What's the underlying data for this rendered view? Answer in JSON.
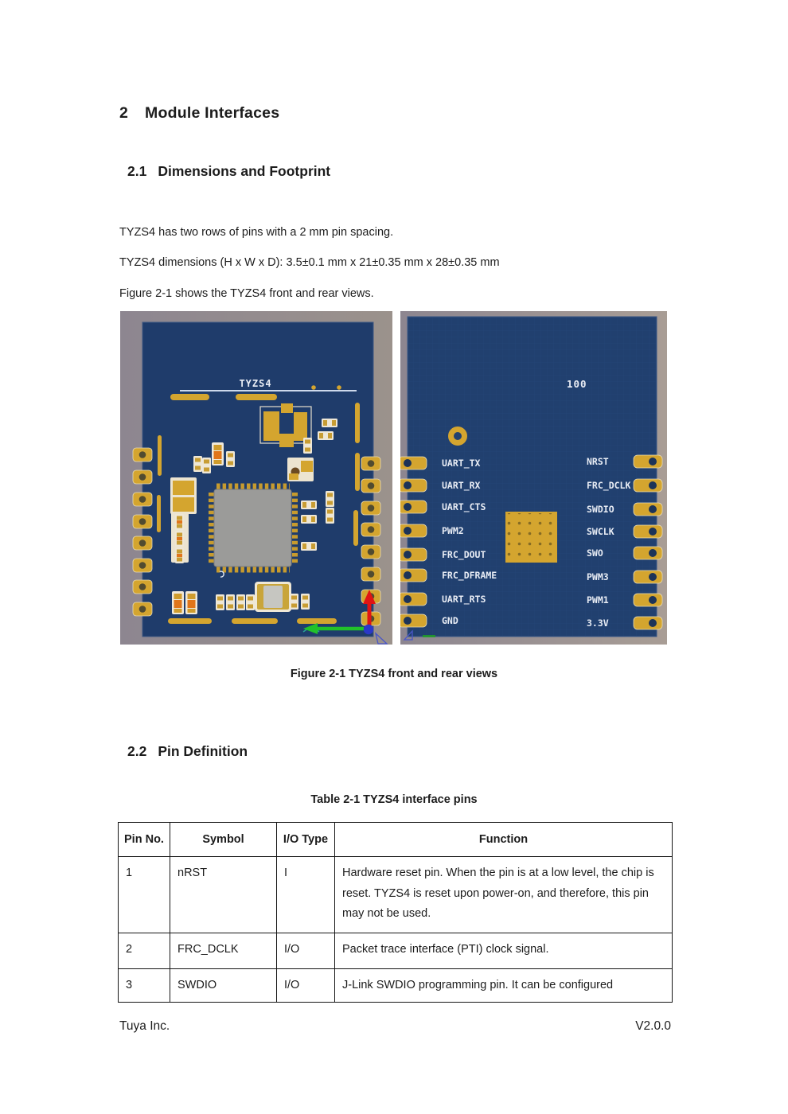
{
  "page": {
    "heading": {
      "number": "2",
      "title": "Module Interfaces"
    },
    "section_dimensions": {
      "number": "2.1",
      "title": "Dimensions and Footprint"
    },
    "paragraphs": {
      "p1": "TYZS4 has two rows of pins with a 2 mm pin spacing.",
      "p2": "TYZS4 dimensions (H x W x D): 3.5±0.1 mm x 21±0.35 mm x 28±0.35 mm",
      "p3": "Figure 2-1 shows the TYZS4 front and rear views."
    },
    "figure": {
      "caption": "Figure 2-1 TYZS4 front and rear views",
      "front": {
        "silkscreen_label": "TYZS4"
      },
      "rear": {
        "marking": "100",
        "left_pins": [
          "UART_TX",
          "UART_RX",
          "UART_CTS",
          "PWM2",
          "FRC_DOUT",
          "FRC_DFRAME",
          "UART_RTS",
          "GND"
        ],
        "right_pins": [
          "NRST",
          "FRC_DCLK",
          "SWDIO",
          "SWCLK",
          "SWO",
          "PWM3",
          "PWM1",
          "3.3V"
        ]
      },
      "colors": {
        "board_blue": "#1f3c6b",
        "pad_gold": "#d4a52f",
        "background_gray": "#8f8893"
      }
    },
    "section_pins": {
      "number": "2.2",
      "title": "Pin Definition"
    },
    "table": {
      "caption": "Table 2-1 TYZS4 interface pins",
      "headers": [
        "Pin No.",
        "Symbol",
        "I/O Type",
        "Function"
      ],
      "rows": [
        {
          "pin": "1",
          "symbol": "nRST",
          "io": "I",
          "function": "Hardware reset pin. When the pin is at a low level, the chip is reset. TYZS4 is reset upon power-on, and therefore, this pin may not be used."
        },
        {
          "pin": "2",
          "symbol": "FRC_DCLK",
          "io": "I/O",
          "function": "Packet trace interface (PTI) clock signal."
        },
        {
          "pin": "3",
          "symbol": "SWDIO",
          "io": "I/O",
          "function": "J-Link SWDIO programming pin. It can be configured"
        }
      ]
    },
    "footer": {
      "company": "Tuya Inc.",
      "version": "V2.0.0"
    }
  }
}
